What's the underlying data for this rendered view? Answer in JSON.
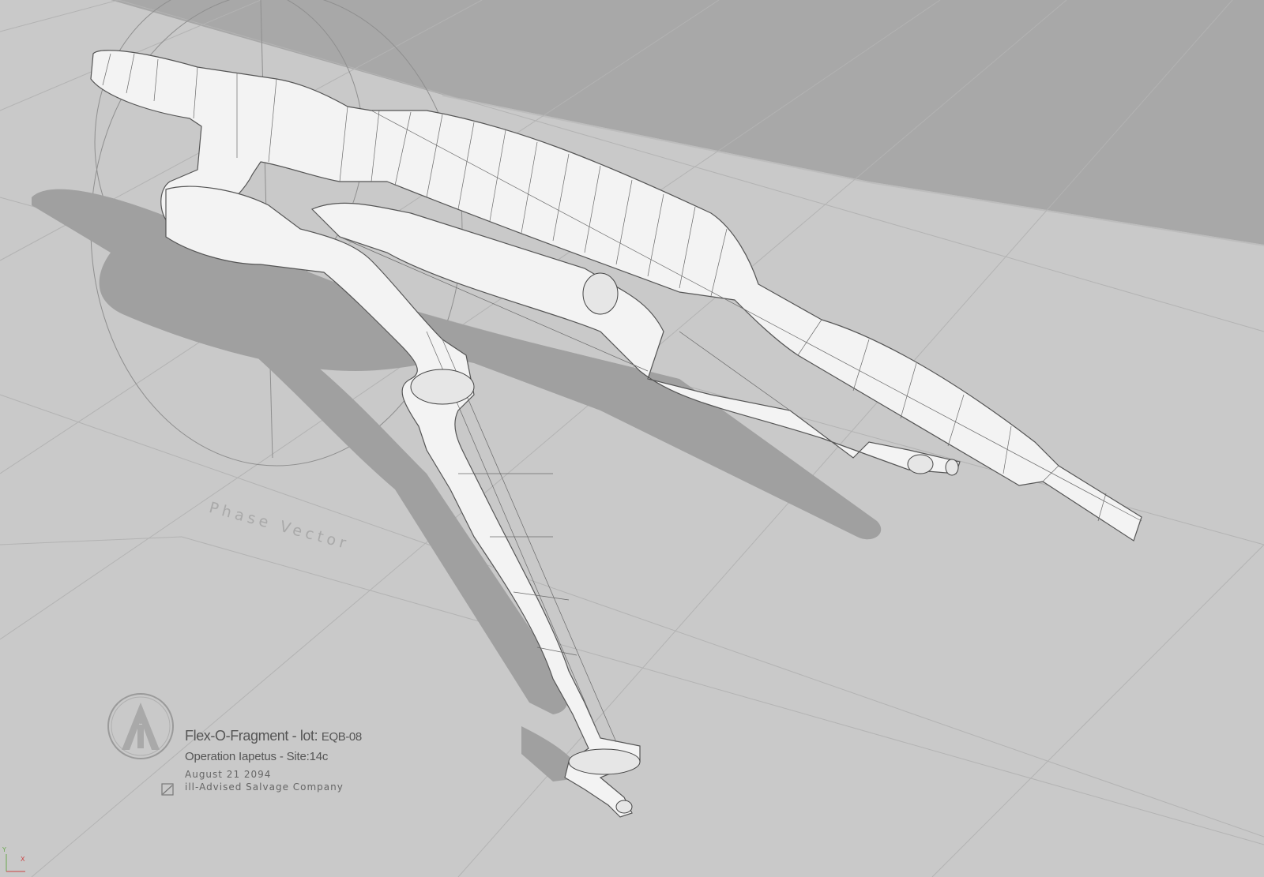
{
  "viewport": {
    "annotation_label": "Phase Vector",
    "floor_color": "#c9c9c9",
    "wall_color": "#a8a8a8",
    "model_color": "#f3f3f3",
    "shadow_color": "#a0a0a0"
  },
  "title_block": {
    "logo_icon": "company-logo-icon",
    "product_name": "Flex-O-Fragment - lot: ",
    "lot_code": "EQB-08",
    "operation": "Operation Iapetus - Site:14c",
    "date": "August 21 2094",
    "company": "ill-Advised Salvage Company"
  },
  "axis_gizmo": {
    "y_label": "Y",
    "x_label": "X"
  },
  "hud": {
    "accent_color": "#e0b23c"
  }
}
